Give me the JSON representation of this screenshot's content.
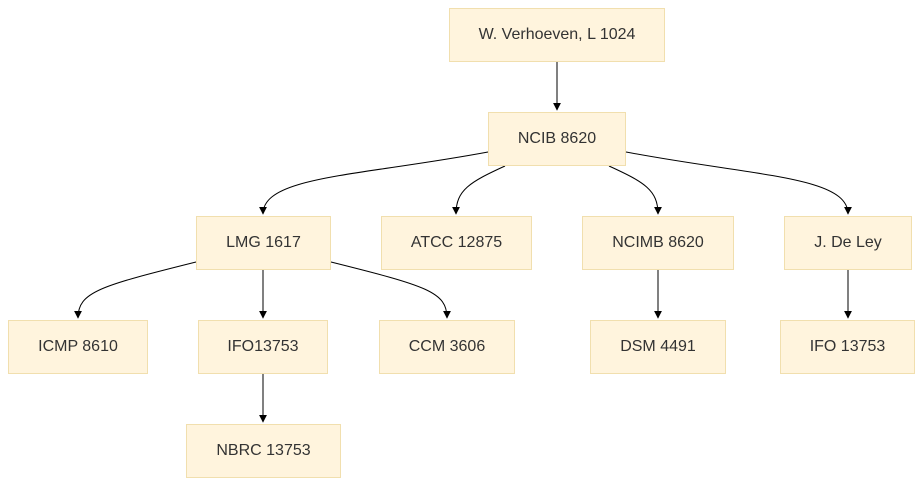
{
  "diagram": {
    "colors": {
      "node_fill": "#fff4dd",
      "node_border": "#f1dfae",
      "text": "#333333",
      "edge": "#000000"
    },
    "nodes": {
      "root": "W. Verhoeven, L 1024",
      "ncib": "NCIB 8620",
      "lmg": "LMG 1617",
      "atcc": "ATCC 12875",
      "ncimb": "NCIMB 8620",
      "deley": "J. De Ley",
      "icmp": "ICMP 8610",
      "ifo13753a": "IFO13753",
      "ccm": "CCM 3606",
      "dsm": "DSM 4491",
      "ifo13753b": "IFO 13753",
      "nbrc": "NBRC 13753"
    },
    "edges": [
      {
        "from": "root",
        "to": "ncib"
      },
      {
        "from": "ncib",
        "to": "lmg"
      },
      {
        "from": "ncib",
        "to": "atcc"
      },
      {
        "from": "ncib",
        "to": "ncimb"
      },
      {
        "from": "ncib",
        "to": "deley"
      },
      {
        "from": "lmg",
        "to": "icmp"
      },
      {
        "from": "lmg",
        "to": "ifo13753a"
      },
      {
        "from": "lmg",
        "to": "ccm"
      },
      {
        "from": "ncimb",
        "to": "dsm"
      },
      {
        "from": "deley",
        "to": "ifo13753b"
      },
      {
        "from": "ifo13753a",
        "to": "nbrc"
      }
    ]
  }
}
